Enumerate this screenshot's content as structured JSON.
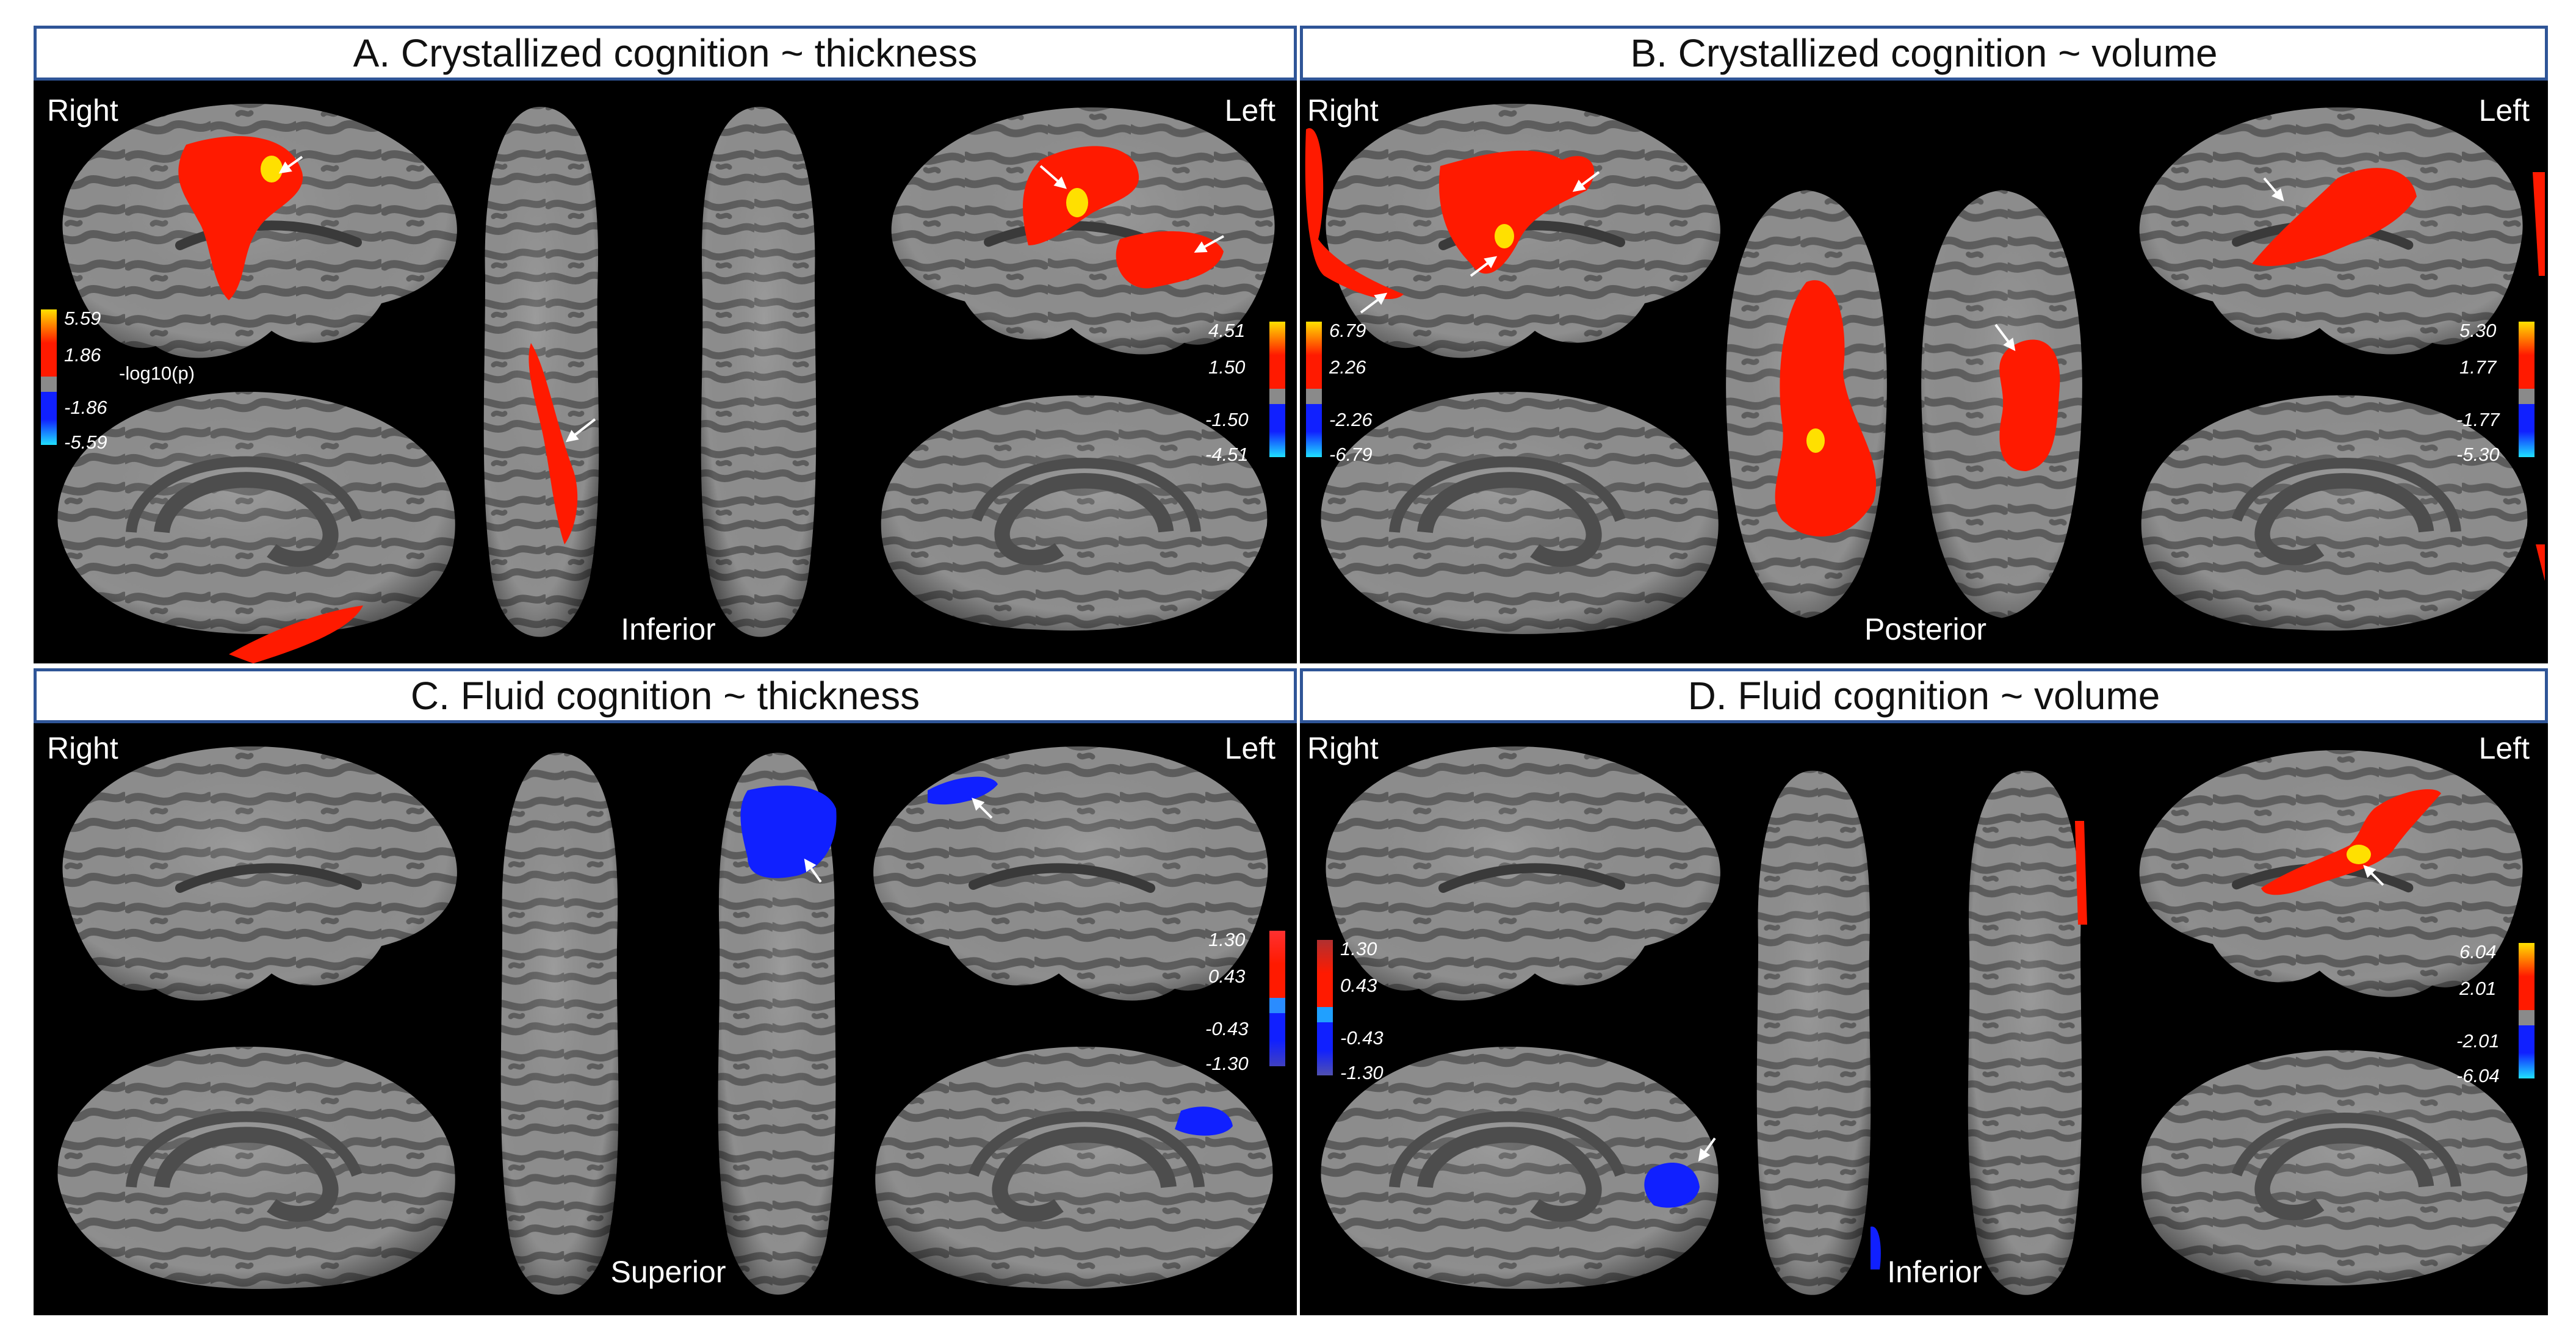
{
  "panels": {
    "a": {
      "title": "A. Crystallized cognition ~ thickness",
      "right": "Right",
      "left": "Left",
      "view": "Inferior",
      "cbar_left": [
        "5.59",
        "1.86",
        "-1.86",
        "-5.59"
      ],
      "cbar_left_unit": "-log10(p)",
      "cbar_right": [
        "4.51",
        "1.50",
        "-1.50",
        "-4.51"
      ]
    },
    "b": {
      "title": "B. Crystallized cognition ~ volume",
      "right": "Right",
      "left": "Left",
      "view": "Posterior",
      "cbar_left": [
        "6.79",
        "2.26",
        "-2.26",
        "-6.79"
      ],
      "cbar_right": [
        "5.30",
        "1.77",
        "-1.77",
        "-5.30"
      ]
    },
    "c": {
      "title": "C. Fluid cognition ~ thickness",
      "right": "Right",
      "left": "Left",
      "view": "Superior",
      "cbar_right": [
        "1.30",
        "0.43",
        "-0.43",
        "-1.30"
      ]
    },
    "d": {
      "title": "D. Fluid cognition ~ volume",
      "right": "Right",
      "left": "Left",
      "view": "Inferior",
      "cbar_left": [
        "1.30",
        "0.43",
        "-0.43",
        "-1.30"
      ],
      "cbar_right": [
        "6.04",
        "2.01",
        "-2.01",
        "-6.04"
      ]
    }
  },
  "colors": {
    "positive_high": "#ffe000",
    "positive": "#ff1a00",
    "neutral": "#8a8a8a",
    "negative": "#1020ff",
    "negative_high": "#20e0ff",
    "cortex_light": "#8f8f8f",
    "cortex_dark": "#5a5a5a",
    "background": "#000000"
  }
}
